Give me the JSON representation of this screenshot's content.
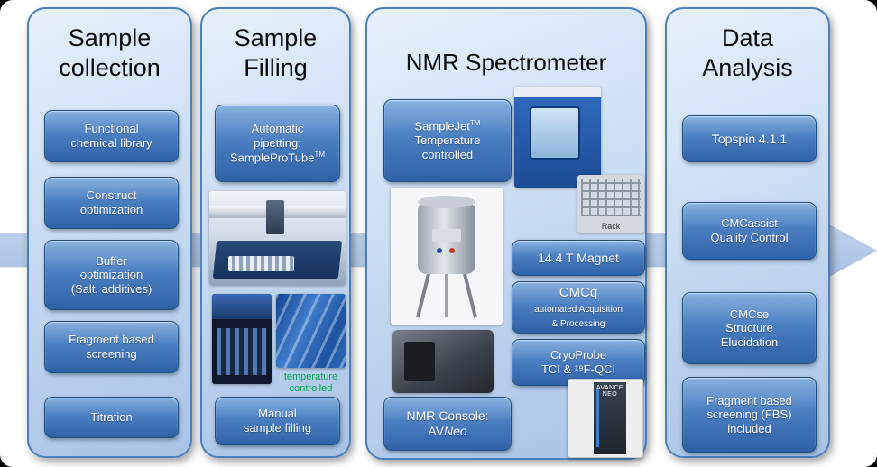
{
  "arrow": {
    "color": "#b7cbe8"
  },
  "panel1": {
    "title": "Sample\ncollection",
    "items": [
      "Functional\nchemical library",
      "Construct\noptimization",
      "Buffer\noptimization\n(Salt, additives)",
      "Fragment based\nscreening",
      "Titration"
    ]
  },
  "panel2": {
    "title": "Sample\nFilling",
    "auto_pipetting": "Automatic\npipetting:\nSampleProTube",
    "tm": "TM",
    "temp_caption": "temperature controlled",
    "manual": "Manual\nsample filling"
  },
  "panel3": {
    "title": "NMR Spectrometer",
    "samplejet_name": "SampleJet",
    "tm": "TM",
    "samplejet_rest": "\nTemperature\ncontrolled",
    "magnet_btn": "14.4 T Magnet",
    "cmcq_name": "CMCq",
    "cmcq_sub": "\nautomated Acquisition\n& Processing",
    "cryoprobe": "CryoProbe\nTCI & ¹⁹F-QCI",
    "console_label": "NMR Console:\n",
    "console_av": "AV",
    "console_neo": "Neo",
    "rack_label": "Rack",
    "avance_label": "AVANCE NEO"
  },
  "panel4": {
    "title": "Data\nAnalysis",
    "items": [
      "Topspin 4.1.1",
      "CMCassist\nQuality Control",
      "CMCse\nStructure\nElucidation",
      "Fragment based\nscreening (FBS)\nincluded"
    ]
  }
}
